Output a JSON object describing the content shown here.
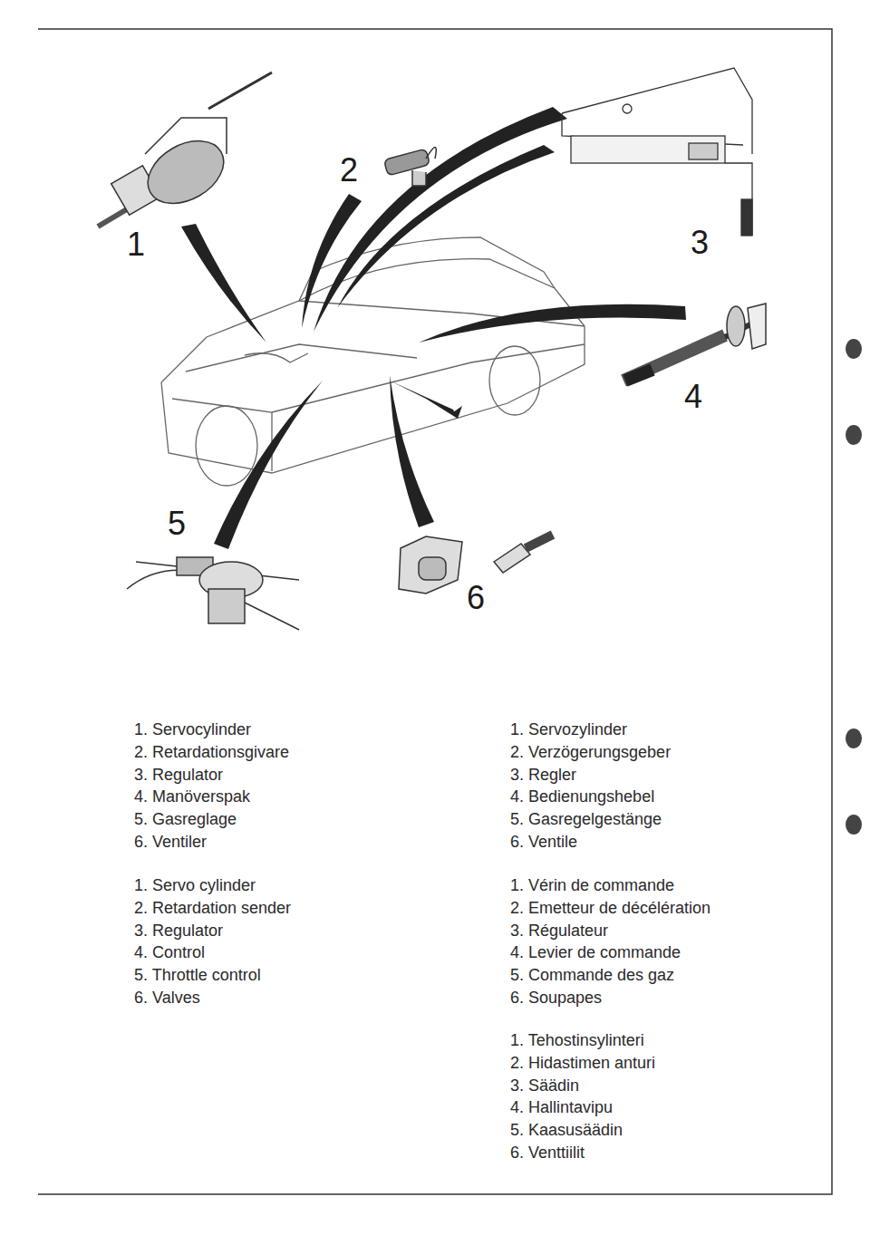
{
  "diagram": {
    "labels": [
      "1",
      "2",
      "3",
      "4",
      "5",
      "6",
      "1. Servocylinder",
      "2. Retardationsgivare",
      "3. Regulator",
      "4. Manöverspak",
      "5. Gasreglage",
      "6. Ventiler",
      "1. Servo cylinder",
      "2. Retardation sender",
      "3. Regulator",
      "4. Control",
      "5. Throttle control",
      "6. Valves",
      "1. Servozylinder",
      "2. Verzögerungsgeber",
      "3. Regler",
      "4. Bedienungshebel",
      "5. Gasregelgestänge",
      "6. Ventile",
      "1. Vérin de commande",
      "2. Emetteur de décélération",
      "3. Régulateur",
      "4. Levier de commande",
      "5. Commande des gaz",
      "6. Soupapes",
      "1. Tehostinsylinteri",
      "2. Hidastimen anturi",
      "3. Säädin",
      "4. Hallintavipu",
      "5. Kaasusäädin",
      "6. Venttiilit"
    ]
  }
}
